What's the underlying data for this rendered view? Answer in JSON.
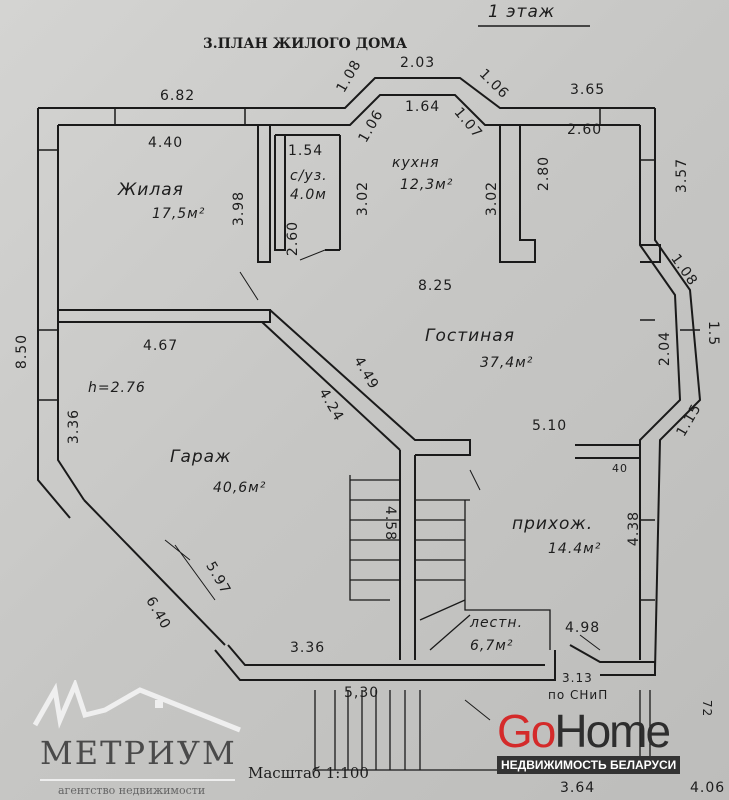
{
  "header": {
    "floor": "1 этаж",
    "title": "3.ПЛАН ЖИЛОГО ДОМА"
  },
  "rooms": [
    {
      "name": "Жилая",
      "area": "17,5м²"
    },
    {
      "name": "с/уз.",
      "area": "4.0м"
    },
    {
      "name": "кухня",
      "area": "12,3м²"
    },
    {
      "name": "Гостиная",
      "area": "37,4м²"
    },
    {
      "name": "Гараж",
      "area": "40,6м²"
    },
    {
      "name": "прихож.",
      "area": "14.4м²"
    },
    {
      "name": "лестн.",
      "area": "6,7м²"
    }
  ],
  "height_note": "h=2.76",
  "dimensions": {
    "top_left": "6.82",
    "bay_left": "1.08",
    "bay_top": "2.03",
    "bay_right": "1.06",
    "top_right": "3.65",
    "bed_width": "4.40",
    "wc_width": "1.54",
    "bay_in_left": "1.06",
    "bay_in_top": "1.64",
    "bay_in_right": "1.07",
    "right_room_width": "2.60",
    "bed_depth": "3.98",
    "wc_depth": "2.60",
    "kitchen_left": "3.02",
    "kitchen_right": "3.02",
    "pier": "2.80",
    "right_depth": "3.57",
    "living_width": "8.25",
    "bay2_top": "1.08",
    "bay2_mid": "2.04",
    "bay2_out": "1.5",
    "bay2_bottom": "1.15",
    "left_total": "8.50",
    "garage_top": "4.67",
    "diag_outer": "4.49",
    "garage_left": "3.36",
    "diag_inner": "4.24",
    "living_depth": "5.10",
    "door": "40",
    "stair_len": "4.58",
    "hall_depth": "4.38",
    "garage_diag": "5.97",
    "garage_diag_outer": "6.40",
    "bottom_left": "3.36",
    "hall_width": "4.98",
    "porch": "5,30",
    "snip_width": "3.13",
    "snip": "по СНиП",
    "small": "72",
    "bottom_right": "3.64",
    "far_right": "4.06"
  },
  "footer": {
    "scale": "Масштаб 1:100"
  },
  "logos": {
    "metrium": {
      "name": "МЕТРИУМ",
      "sub": "агентство недвижимости"
    },
    "gohome": {
      "go": "Go",
      "home": "Home",
      "sub": "НЕДВИЖИМОСТЬ БЕЛАРУСИ",
      "accent": "#d42a2a"
    }
  }
}
